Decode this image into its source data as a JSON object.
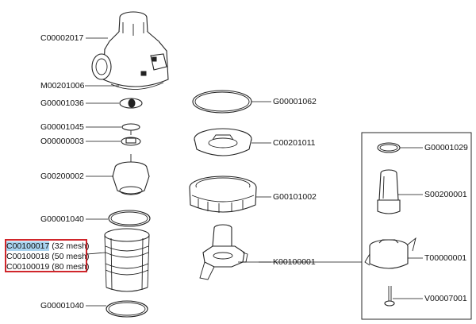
{
  "labels": {
    "c00002017": "C00002017",
    "m00201006": "M00201006",
    "g00001036": "G00001036",
    "g00001045": "G00001045",
    "o00000003": "O00000003",
    "g00200002": "G00200002",
    "g00001040_top": "G00001040",
    "g00001040_bottom": "G00001040",
    "g00001062": "G00001062",
    "c00201011": "C00201011",
    "g00101002": "G00101002",
    "k00100001": "K00100001",
    "g00001029": "G00001029",
    "s00200001": "S00200001",
    "t00000001": "T00000001",
    "v00007001": "V00007001"
  },
  "screen_options": {
    "opt1_code": "C00100017",
    "opt1_mesh": "(32 mesh)",
    "opt2_code": "C00100018",
    "opt2_mesh": "(50 mesh)",
    "opt3_code": "C00100019",
    "opt3_mesh": "(80 mesh)"
  },
  "colors": {
    "highlight_border": "#d0262b",
    "highlight_fill": "#a9d4f0"
  }
}
